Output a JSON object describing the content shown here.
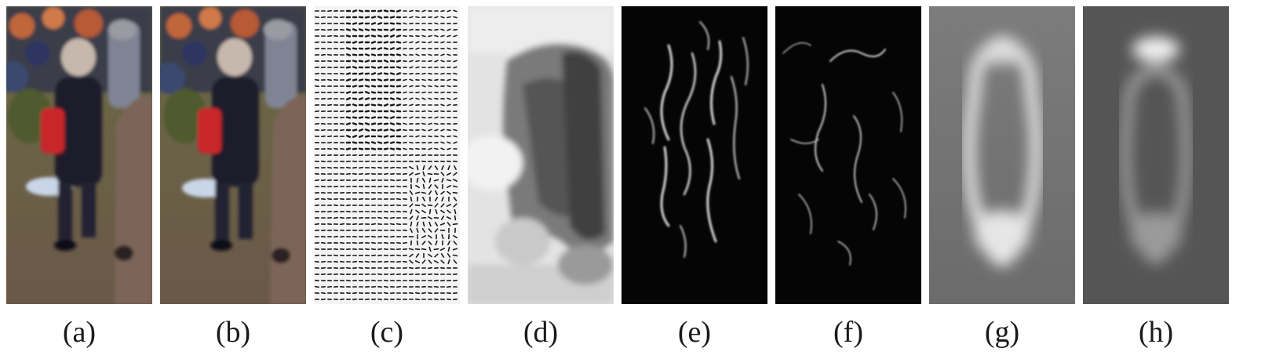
{
  "figure": {
    "panels": [
      {
        "id": "a",
        "label": "(a)",
        "kind": "rgb-frame-1"
      },
      {
        "id": "b",
        "label": "(b)",
        "kind": "rgb-frame-2"
      },
      {
        "id": "c",
        "label": "(c)",
        "kind": "optical-flow-vectors"
      },
      {
        "id": "d",
        "label": "(d)",
        "kind": "flow-magnitude-map"
      },
      {
        "id": "e",
        "label": "(e)",
        "kind": "edge-response-map"
      },
      {
        "id": "f",
        "label": "(f)",
        "kind": "edge-response-map"
      },
      {
        "id": "g",
        "label": "(g)",
        "kind": "average-silhouette"
      },
      {
        "id": "h",
        "label": "(h)",
        "kind": "average-silhouette"
      }
    ]
  }
}
